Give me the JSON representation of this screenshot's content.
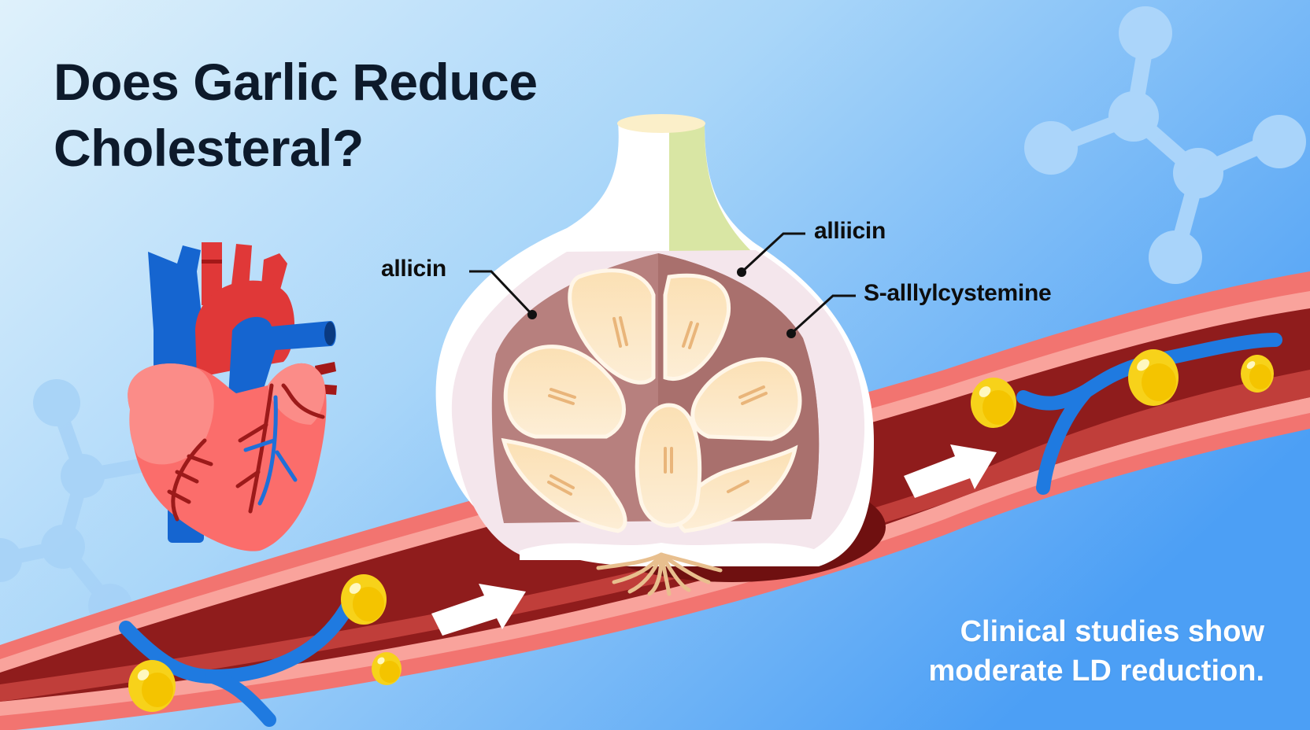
{
  "title": {
    "line1": "Does Garlic Reduce",
    "line2": "Cholesteral?"
  },
  "labels": {
    "left_compound": "allicin",
    "right_compound_top": "alliicin",
    "right_compound_bottom": "S-alllylcystemine"
  },
  "caption": {
    "line1": "Clinical studies show",
    "line2": "moderate LD reduction."
  },
  "illustrations": {
    "heart": "anatomical-heart",
    "garlic": "garlic-bulb-cross-section",
    "vessel": "artery-with-cholesterol-particles",
    "molecules": "molecule-decoration",
    "arrows": "flow-arrows"
  },
  "colors": {
    "bg_light": "#d8eefb",
    "bg_mid": "#8cc6f7",
    "bg_dark": "#4a9ef5",
    "title_text": "#0d1a2b",
    "vessel_outer": "#f27470",
    "vessel_wall": "#f8a29c",
    "vessel_lumen": "#8f1c1c",
    "vessel_lumen_light": "#c94440",
    "cholesterol": "#f7d21a",
    "blue_strand": "#1f7ae0",
    "heart_pink": "#fb6d6b",
    "heart_red": "#e03838",
    "heart_blue": "#1565d0",
    "garlic_skin": "#f4e8ee",
    "garlic_inner": "#b9807d",
    "garlic_clove": "#fbe3bb",
    "garlic_stem_green": "#d9e6a4"
  }
}
